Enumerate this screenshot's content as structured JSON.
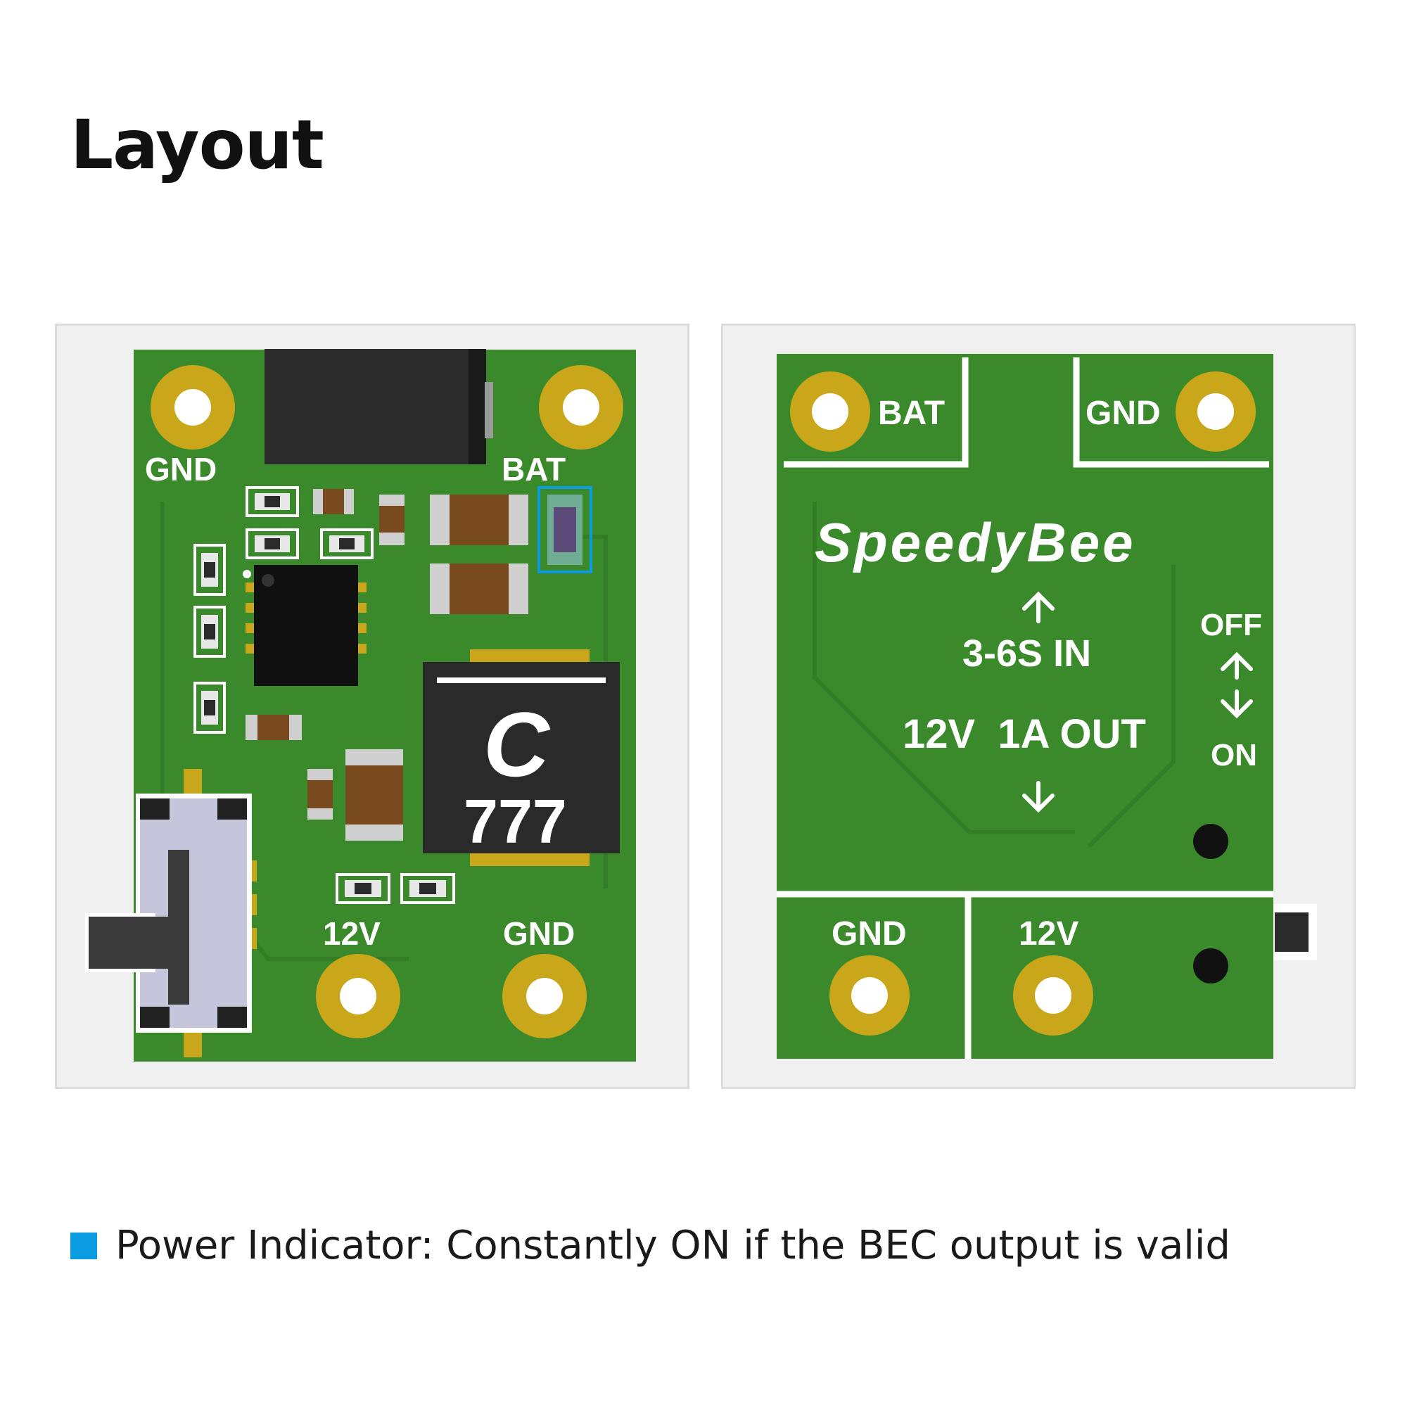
{
  "title": "Layout",
  "colors": {
    "pcb": "#3a8a2c",
    "pad": "#c9a61a",
    "silkscreen": "#ffffff",
    "indicator": "#0b9be0"
  },
  "front_board": {
    "labels": {
      "gnd_top": "GND",
      "bat_top": "BAT",
      "v12_bottom": "12V",
      "gnd_bottom": "GND"
    },
    "inductor": {
      "logo": "C",
      "marking": "777"
    }
  },
  "back_board": {
    "labels": {
      "bat": "BAT",
      "gnd_top": "GND",
      "gnd_bottom": "GND",
      "v12": "12V"
    },
    "brand": "SpeedyBee",
    "input_label": "3-6S IN",
    "output_label": "12V  1A OUT",
    "switch_off": "OFF",
    "switch_on": "ON"
  },
  "legend": {
    "icon": "square-swatch",
    "text": "Power Indicator: Constantly ON if the BEC output is valid"
  }
}
